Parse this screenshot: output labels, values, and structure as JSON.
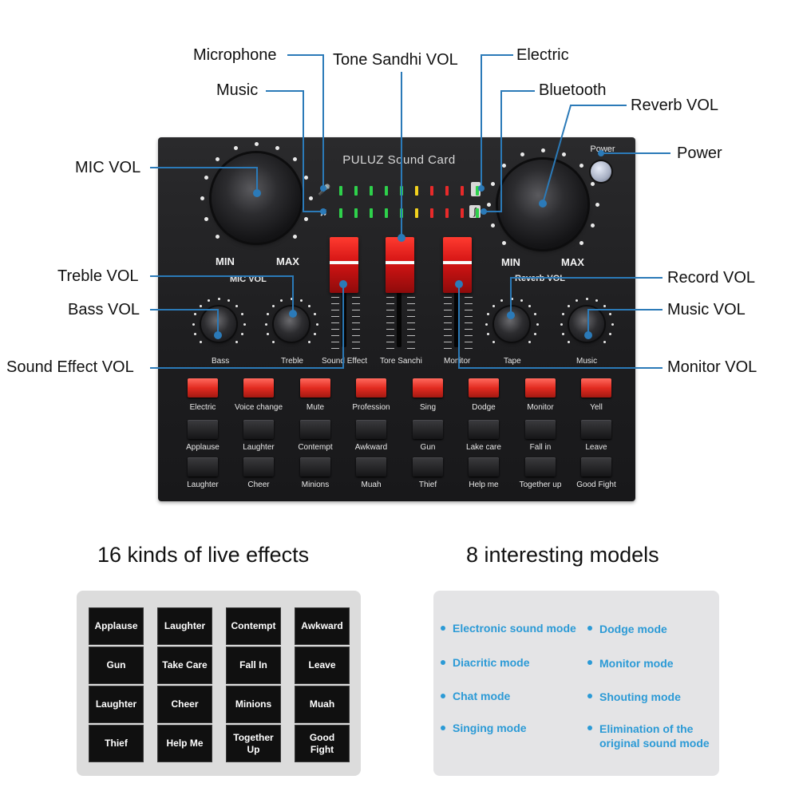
{
  "device": {
    "title": "PULUZ  Sound Card",
    "power_label": "Power",
    "mic": {
      "min": "MIN",
      "max": "MAX",
      "label": "MIC VOL"
    },
    "reverb": {
      "min": "MIN",
      "max": "MAX",
      "label": "Reverb VOL"
    },
    "small_knobs": [
      "Bass",
      "Treble",
      "Tape",
      "Music"
    ],
    "fader_labels": [
      "Sound Effect",
      "Tore Sanchi",
      "Monitor"
    ],
    "mode_buttons": [
      "Electric",
      "Voice change",
      "Mute",
      "Profession",
      "Sing",
      "Dodge",
      "Monitor",
      "Yell"
    ],
    "effect_row1": [
      "Applause",
      "Laughter",
      "Contempt",
      "Awkward",
      "Gun",
      "Lake care",
      "Fall in",
      "Leave"
    ],
    "effect_row2": [
      "Laughter",
      "Cheer",
      "Minions",
      "Muah",
      "Thief",
      "Help me",
      "Together up",
      "Good Fight"
    ]
  },
  "callouts": {
    "microphone": "Microphone",
    "tone_sandhi": "Tone Sandhi VOL",
    "electric": "Electric",
    "music": "Music",
    "bluetooth": "Bluetooth",
    "reverb_vol": "Reverb VOL",
    "mic_vol": "MIC VOL",
    "power": "Power",
    "treble_vol": "Treble VOL",
    "record_vol": "Record VOL",
    "bass_vol": "Bass VOL",
    "music_vol": "Music VOL",
    "sound_effect_vol": "Sound Effect VOL",
    "monitor_vol": "Monitor VOL"
  },
  "effects": {
    "heading": "16 kinds of live effects",
    "keys": [
      "Applause",
      "Laughter",
      "Contempt",
      "Awkward",
      "Gun",
      "Take Care",
      "Fall In",
      "Leave",
      "Laughter",
      "Cheer",
      "Minions",
      "Muah",
      "Thief",
      "Help Me",
      "Together\nUp",
      "Good\nFight"
    ]
  },
  "models": {
    "heading": "8 interesting models",
    "left": [
      "Electronic sound mode",
      "Diacritic mode",
      "Chat mode",
      "Singing mode"
    ],
    "right": [
      "Dodge mode",
      "Monitor mode",
      "Shouting mode",
      "Elimination of the\noriginal sound mode"
    ]
  },
  "colors": {
    "callout_line": "#2b7ab8",
    "mode_text": "#2b9ad6",
    "fader_red": "#d41414"
  }
}
